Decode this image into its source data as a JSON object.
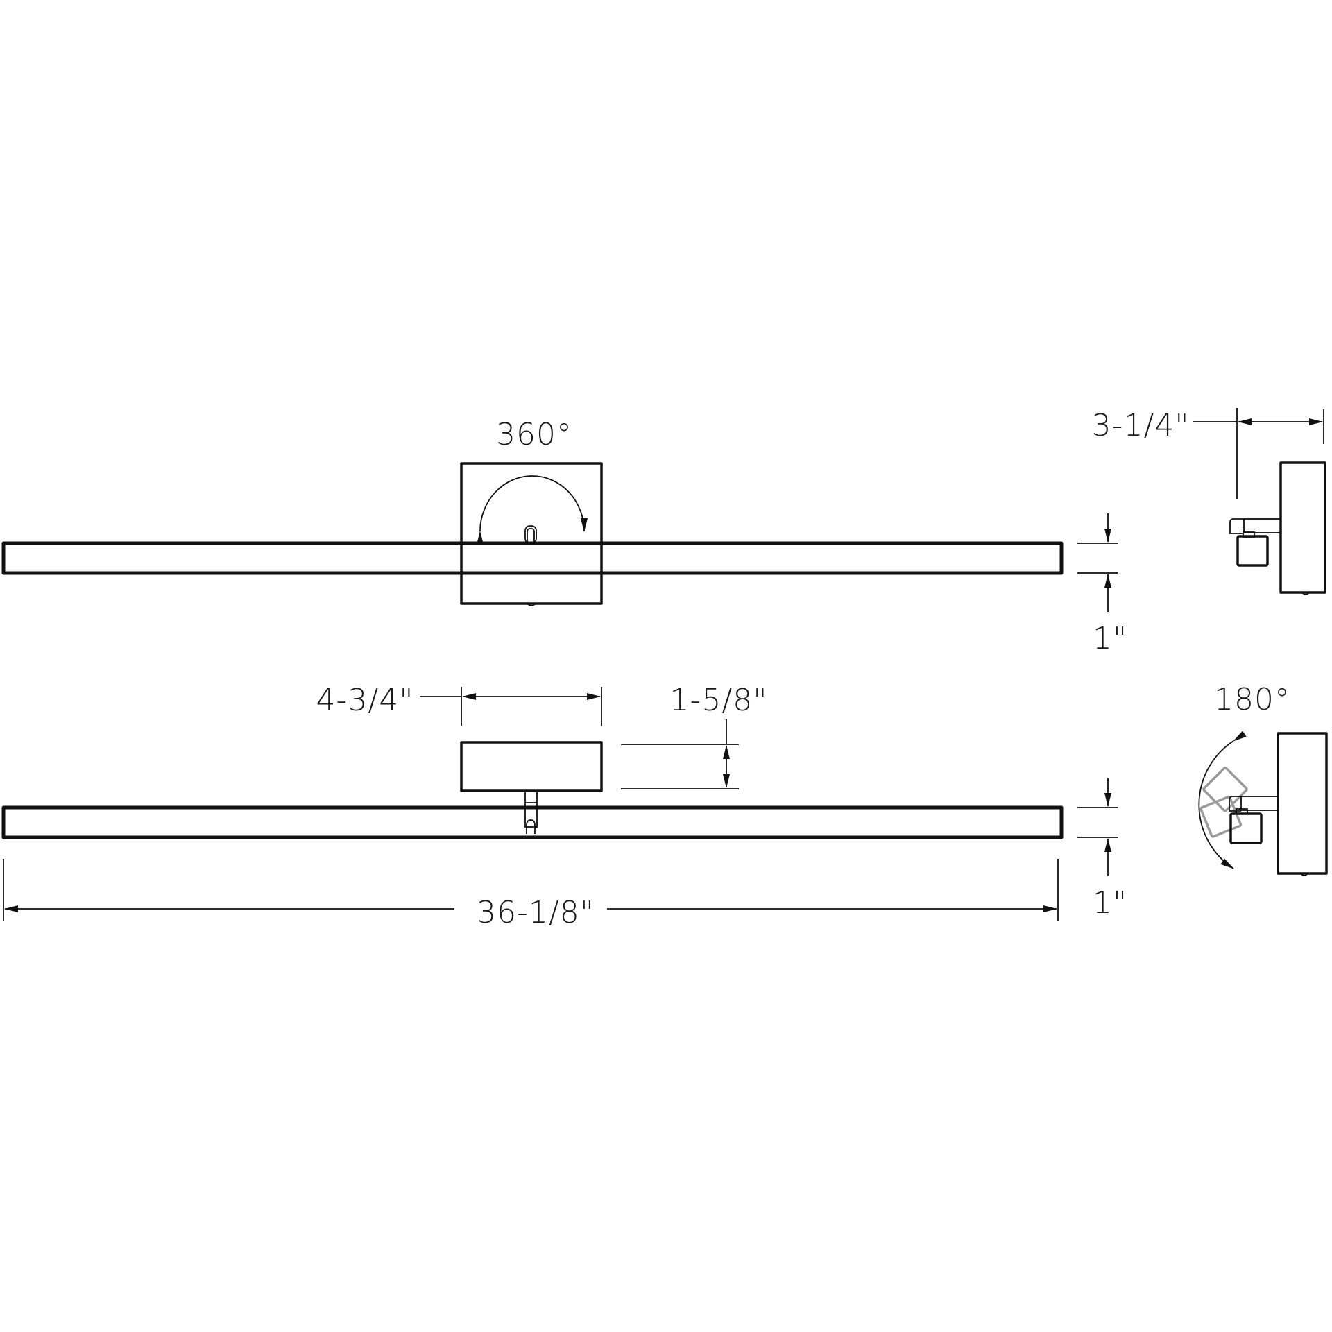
{
  "drawing": {
    "title": "Linear wall sconce dimension drawing",
    "views": {
      "front_top": {
        "rotation_label": "360°",
        "height_label": "1\""
      },
      "side_top": {
        "depth_label": "3-1/4\""
      },
      "front_bottom": {
        "plate_width_label": "4-3/4\"",
        "plate_height_label": "1-5/8\"",
        "height_label": "1\"",
        "overall_length_label": "36-1/8\""
      },
      "side_bottom": {
        "tilt_label": "180°"
      }
    },
    "colors": {
      "line": "#111111",
      "ghost": "#9a9a9a",
      "background": "#ffffff"
    }
  }
}
